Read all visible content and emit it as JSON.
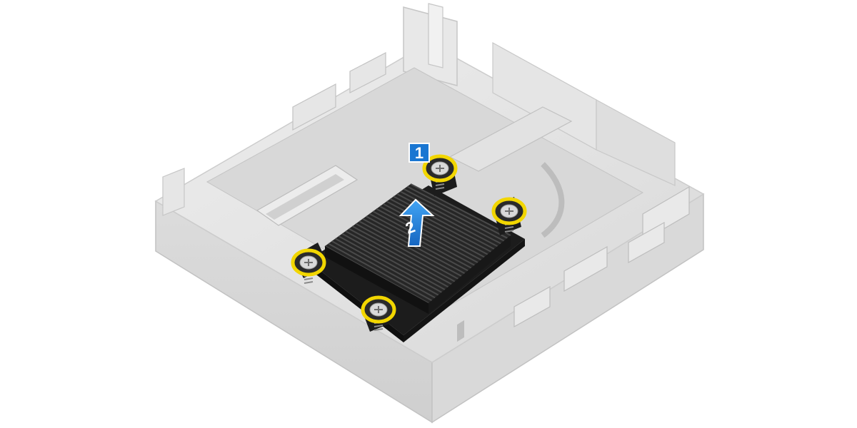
{
  "illustration": {
    "subject": "heat-sink-removal",
    "colors": {
      "chassis": "#e2e2e2",
      "chassis_edge": "#c4c4c4",
      "board": "#d6d6d6",
      "heatsink": "#1e1e1e",
      "heatsink_fin": "#3a3a3a",
      "highlight_ring": "#f2d600",
      "step_badge": "#1976d2",
      "arrow": "#1e88e5"
    },
    "steps": [
      {
        "label": "1",
        "icon": "step-badge"
      },
      {
        "label": "2",
        "icon": "lift-arrow"
      }
    ],
    "screws": {
      "count": 4,
      "icon": "captive-screw-icon"
    }
  }
}
